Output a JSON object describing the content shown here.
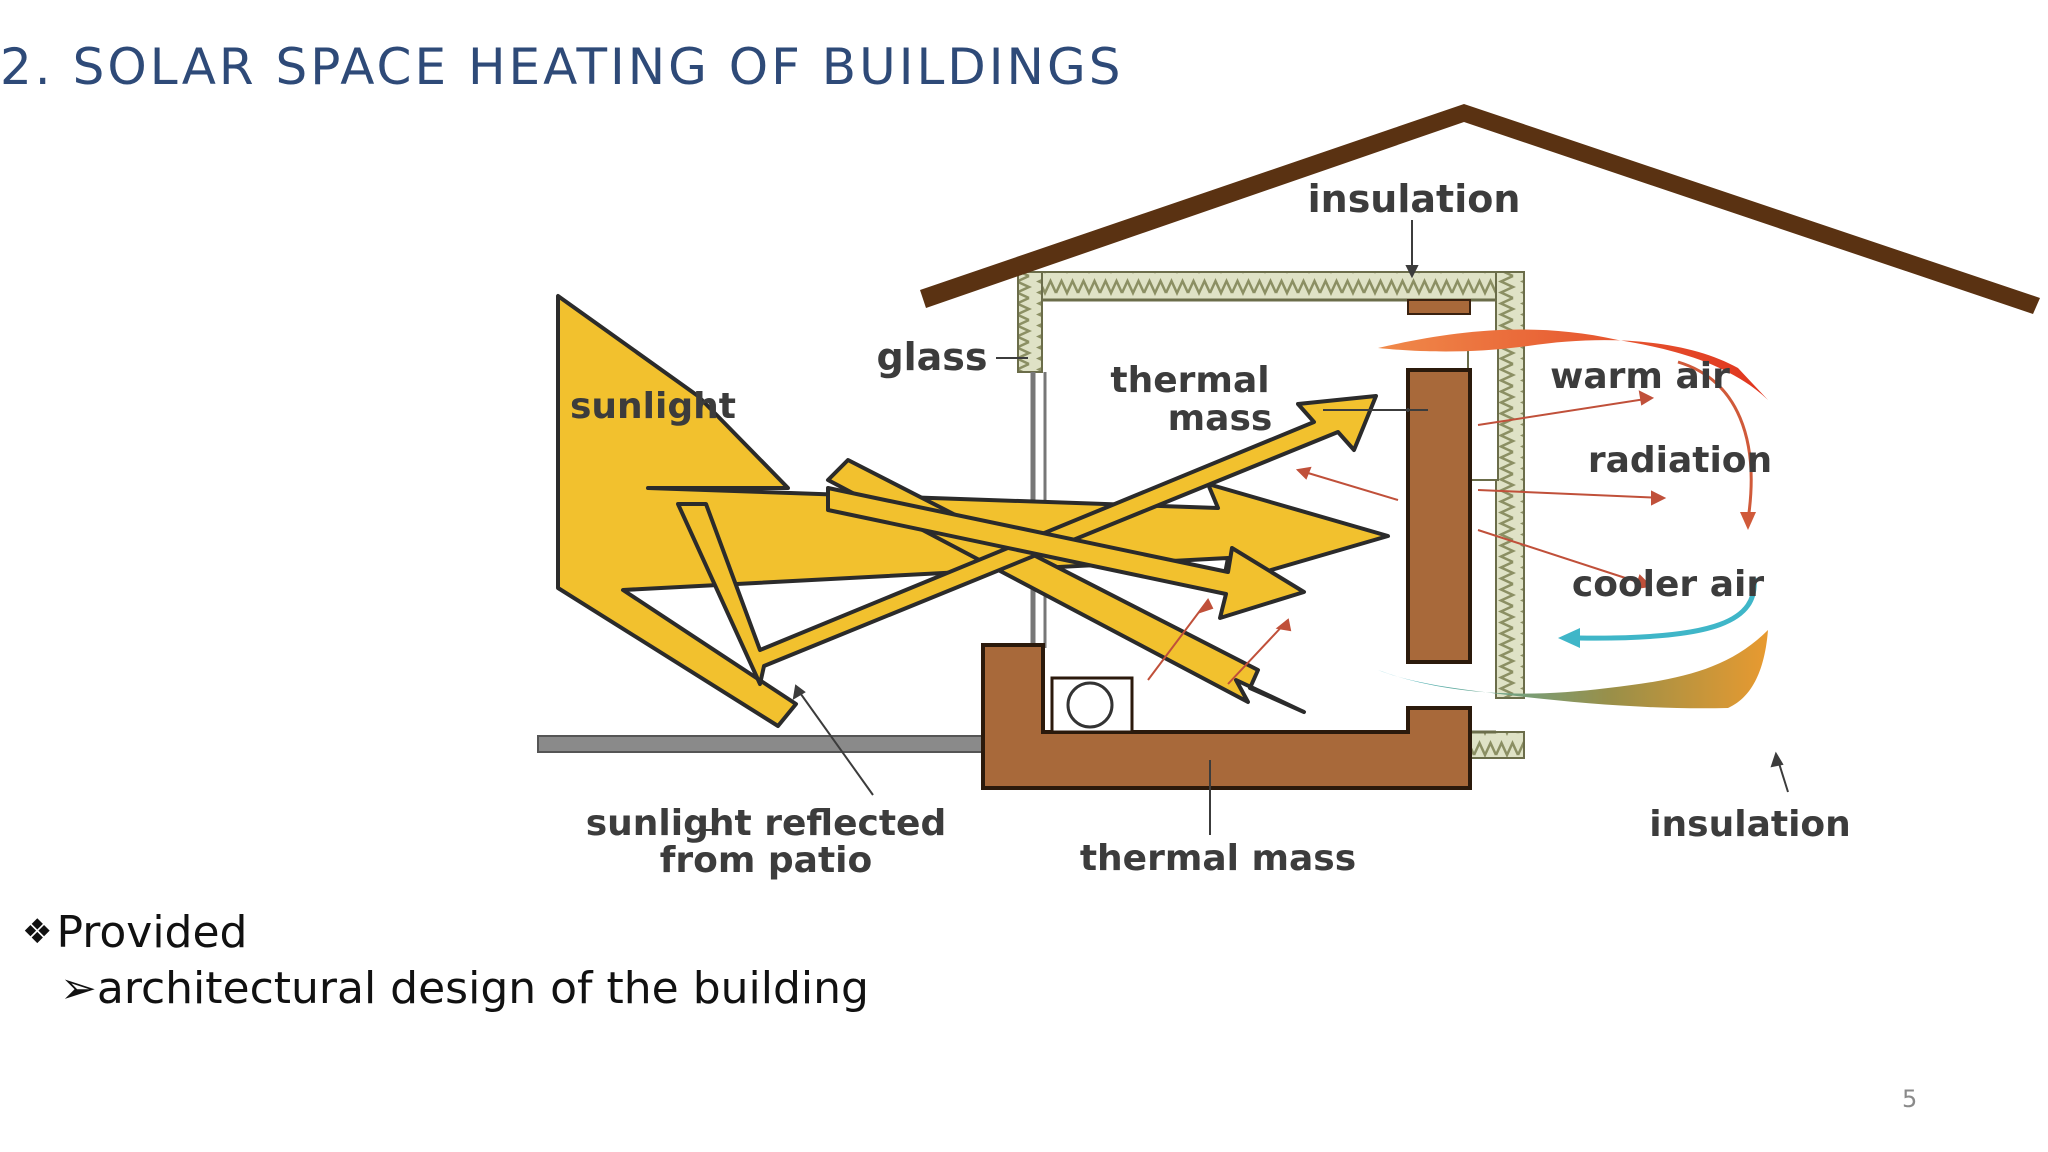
{
  "slide": {
    "title": "2. SOLAR SPACE HEATING OF BUILDINGS",
    "page_number": "5"
  },
  "diagram": {
    "labels": {
      "insulation_top": "insulation",
      "glass": "glass",
      "thermal_mass_wall_line1": "thermal",
      "thermal_mass_wall_line2": "mass",
      "warm_air": "warm air",
      "radiation": "radiation",
      "cooler_air": "cooler air",
      "sunlight": "sunlight",
      "sunlight_reflected_line1": "sunlight reflected",
      "sunlight_reflected_line2": "from patio",
      "thermal_mass_floor": "thermal mass",
      "insulation_bottom": "insulation"
    },
    "colors": {
      "roof": "#5a3212",
      "thermal_mass": "#a8693a",
      "sunlight": "#f2c12e",
      "insulation": "#d9dcc0",
      "warm_air": "#e0462a",
      "cooler_air": "#3fb6c8"
    }
  },
  "bullets": {
    "main": {
      "glyph": "❖",
      "text": "Provided"
    },
    "sub": {
      "glyph": "➢",
      "text": "architectural design of the  building"
    }
  }
}
